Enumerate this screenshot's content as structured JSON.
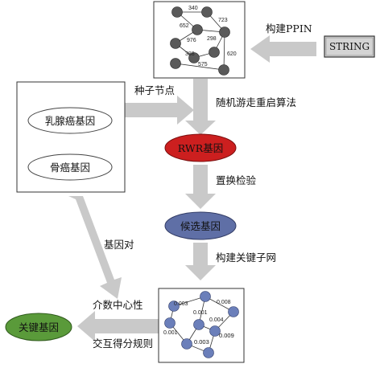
{
  "source": {
    "label": "STRING"
  },
  "step_build_ppin": "构建PPIN",
  "seed_box": {
    "items": [
      "乳腺癌基因",
      "骨癌基因"
    ]
  },
  "seed_label": "种子节点",
  "rwr_algo_label": "随机游走重启算法",
  "rwr_node": {
    "label": "RWR基因"
  },
  "permutation_label": "置换检验",
  "candidate_node": {
    "label": "候选基因"
  },
  "key_network_label": "构建关键子网",
  "gene_pair_label": "基因对",
  "centrality_label": "介数中心性",
  "scoring_label": "交互得分规则",
  "key_gene_node": {
    "label": "关键基因"
  },
  "ppin_edge_weights": [
    "340",
    "652",
    "723",
    "976",
    "298",
    "388",
    "620",
    "575"
  ],
  "subnet_edge_weights": [
    "0.003",
    "0.001",
    "0.008",
    "0.001",
    "0.004",
    "0.003",
    "0.009"
  ],
  "colors": {
    "arrow": "#c9c9c9",
    "ppin_node": "#5a5a5a",
    "rwr": "#cc1f1f",
    "candidate": "#5f6fa6",
    "key_gene": "#5a9a3a",
    "subnet_node": "#6b7fba"
  }
}
